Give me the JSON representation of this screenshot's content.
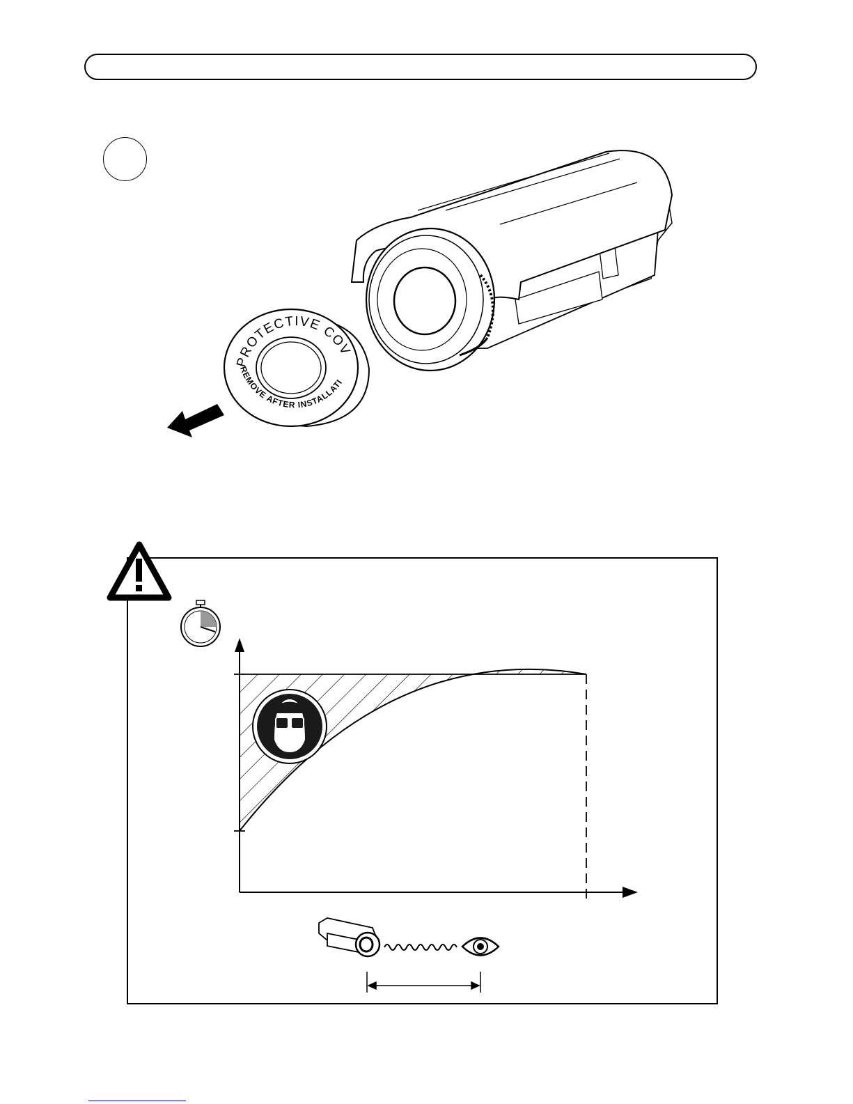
{
  "cover": {
    "top_text": "PROTECTIVE COVER",
    "bottom_text": "REMOVE AFTER INSTALLATION"
  },
  "icons": {
    "warning": "warning-triangle-icon",
    "timer": "stopwatch-icon",
    "eye_protection": "safety-goggles-icon",
    "camera": "camera-icon",
    "eye": "eye-icon",
    "arrow": "remove-arrow-icon"
  },
  "chart_data": {
    "type": "area",
    "x_axis": "distance",
    "y_axis": "time",
    "curve": "hazard region bounded by an increasing saturating curve",
    "tick_labels": []
  }
}
